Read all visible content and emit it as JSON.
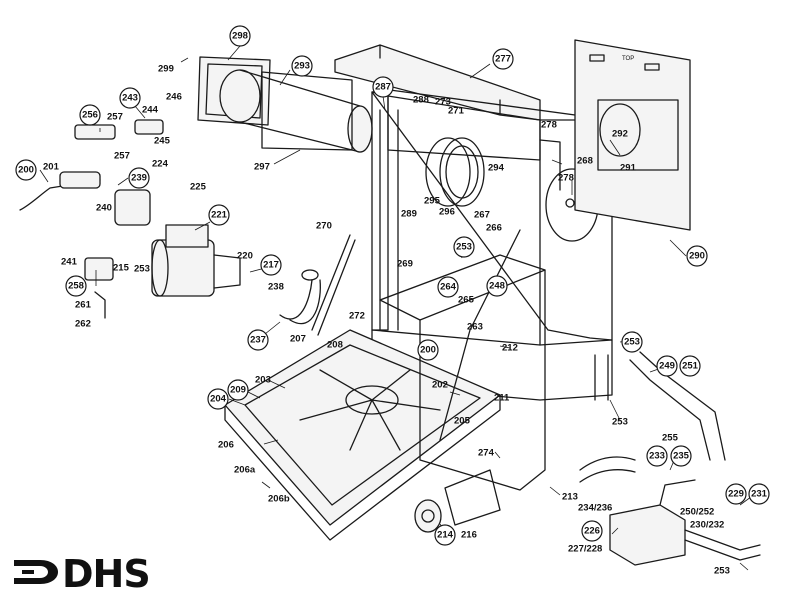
{
  "logo": {
    "text": "DHS"
  },
  "panel_text": "TOP",
  "circled_labels": [
    {
      "id": "c298",
      "text": "298"
    },
    {
      "id": "c293",
      "text": "293"
    },
    {
      "id": "c277",
      "text": "277"
    },
    {
      "id": "c287",
      "text": "287"
    },
    {
      "id": "c256",
      "text": "256"
    },
    {
      "id": "c243",
      "text": "243"
    },
    {
      "id": "c200a",
      "text": "200"
    },
    {
      "id": "c239",
      "text": "239"
    },
    {
      "id": "c221",
      "text": "221"
    },
    {
      "id": "c217",
      "text": "217"
    },
    {
      "id": "c258",
      "text": "258"
    },
    {
      "id": "c237",
      "text": "237"
    },
    {
      "id": "c253a",
      "text": "253"
    },
    {
      "id": "c264",
      "text": "264"
    },
    {
      "id": "c248",
      "text": "248"
    },
    {
      "id": "c290",
      "text": "290"
    },
    {
      "id": "c253b",
      "text": "253"
    },
    {
      "id": "c249",
      "text": "249"
    },
    {
      "id": "c251",
      "text": "251"
    },
    {
      "id": "c200b",
      "text": "200"
    },
    {
      "id": "c209",
      "text": "209"
    },
    {
      "id": "c204",
      "text": "204"
    },
    {
      "id": "c233",
      "text": "233"
    },
    {
      "id": "c235",
      "text": "235"
    },
    {
      "id": "c229",
      "text": "229"
    },
    {
      "id": "c231",
      "text": "231"
    },
    {
      "id": "c226",
      "text": "226"
    },
    {
      "id": "c214",
      "text": "214"
    }
  ],
  "plain_labels": [
    {
      "id": "p299",
      "text": "299"
    },
    {
      "id": "p297",
      "text": "297"
    },
    {
      "id": "p288",
      "text": "288"
    },
    {
      "id": "p273",
      "text": "273"
    },
    {
      "id": "p271",
      "text": "271"
    },
    {
      "id": "p278a",
      "text": "278"
    },
    {
      "id": "p292",
      "text": "292"
    },
    {
      "id": "p244",
      "text": "244"
    },
    {
      "id": "p246",
      "text": "246"
    },
    {
      "id": "p257a",
      "text": "257"
    },
    {
      "id": "p245",
      "text": "245"
    },
    {
      "id": "p257b",
      "text": "257"
    },
    {
      "id": "p201",
      "text": "201"
    },
    {
      "id": "p224",
      "text": "224"
    },
    {
      "id": "p225",
      "text": "225"
    },
    {
      "id": "p240",
      "text": "240"
    },
    {
      "id": "p268",
      "text": "268"
    },
    {
      "id": "p291",
      "text": "291"
    },
    {
      "id": "p294",
      "text": "294"
    },
    {
      "id": "p278b",
      "text": "278"
    },
    {
      "id": "p289",
      "text": "289"
    },
    {
      "id": "p295",
      "text": "295"
    },
    {
      "id": "p296",
      "text": "296"
    },
    {
      "id": "p267",
      "text": "267"
    },
    {
      "id": "p266",
      "text": "266"
    },
    {
      "id": "p270",
      "text": "270"
    },
    {
      "id": "p220",
      "text": "220"
    },
    {
      "id": "p241",
      "text": "241"
    },
    {
      "id": "p215",
      "text": "215"
    },
    {
      "id": "p253c",
      "text": "253"
    },
    {
      "id": "p238",
      "text": "238"
    },
    {
      "id": "p261",
      "text": "261"
    },
    {
      "id": "p262",
      "text": "262"
    },
    {
      "id": "p269",
      "text": "269"
    },
    {
      "id": "p265",
      "text": "265"
    },
    {
      "id": "p272",
      "text": "272"
    },
    {
      "id": "p263",
      "text": "263"
    },
    {
      "id": "p207",
      "text": "207"
    },
    {
      "id": "p208",
      "text": "208"
    },
    {
      "id": "p212",
      "text": "212"
    },
    {
      "id": "p203",
      "text": "203"
    },
    {
      "id": "p202",
      "text": "202"
    },
    {
      "id": "p211",
      "text": "211"
    },
    {
      "id": "p205",
      "text": "205"
    },
    {
      "id": "p253d",
      "text": "253"
    },
    {
      "id": "p255",
      "text": "255"
    },
    {
      "id": "p206",
      "text": "206"
    },
    {
      "id": "p274",
      "text": "274"
    },
    {
      "id": "p206a",
      "text": "206a"
    },
    {
      "id": "p206b",
      "text": "206b"
    },
    {
      "id": "p213",
      "text": "213"
    },
    {
      "id": "p234",
      "text": "234/236"
    },
    {
      "id": "p250",
      "text": "250/252"
    },
    {
      "id": "p230",
      "text": "230/232"
    },
    {
      "id": "p216",
      "text": "216"
    },
    {
      "id": "p227",
      "text": "227/228"
    },
    {
      "id": "p253e",
      "text": "253"
    }
  ]
}
